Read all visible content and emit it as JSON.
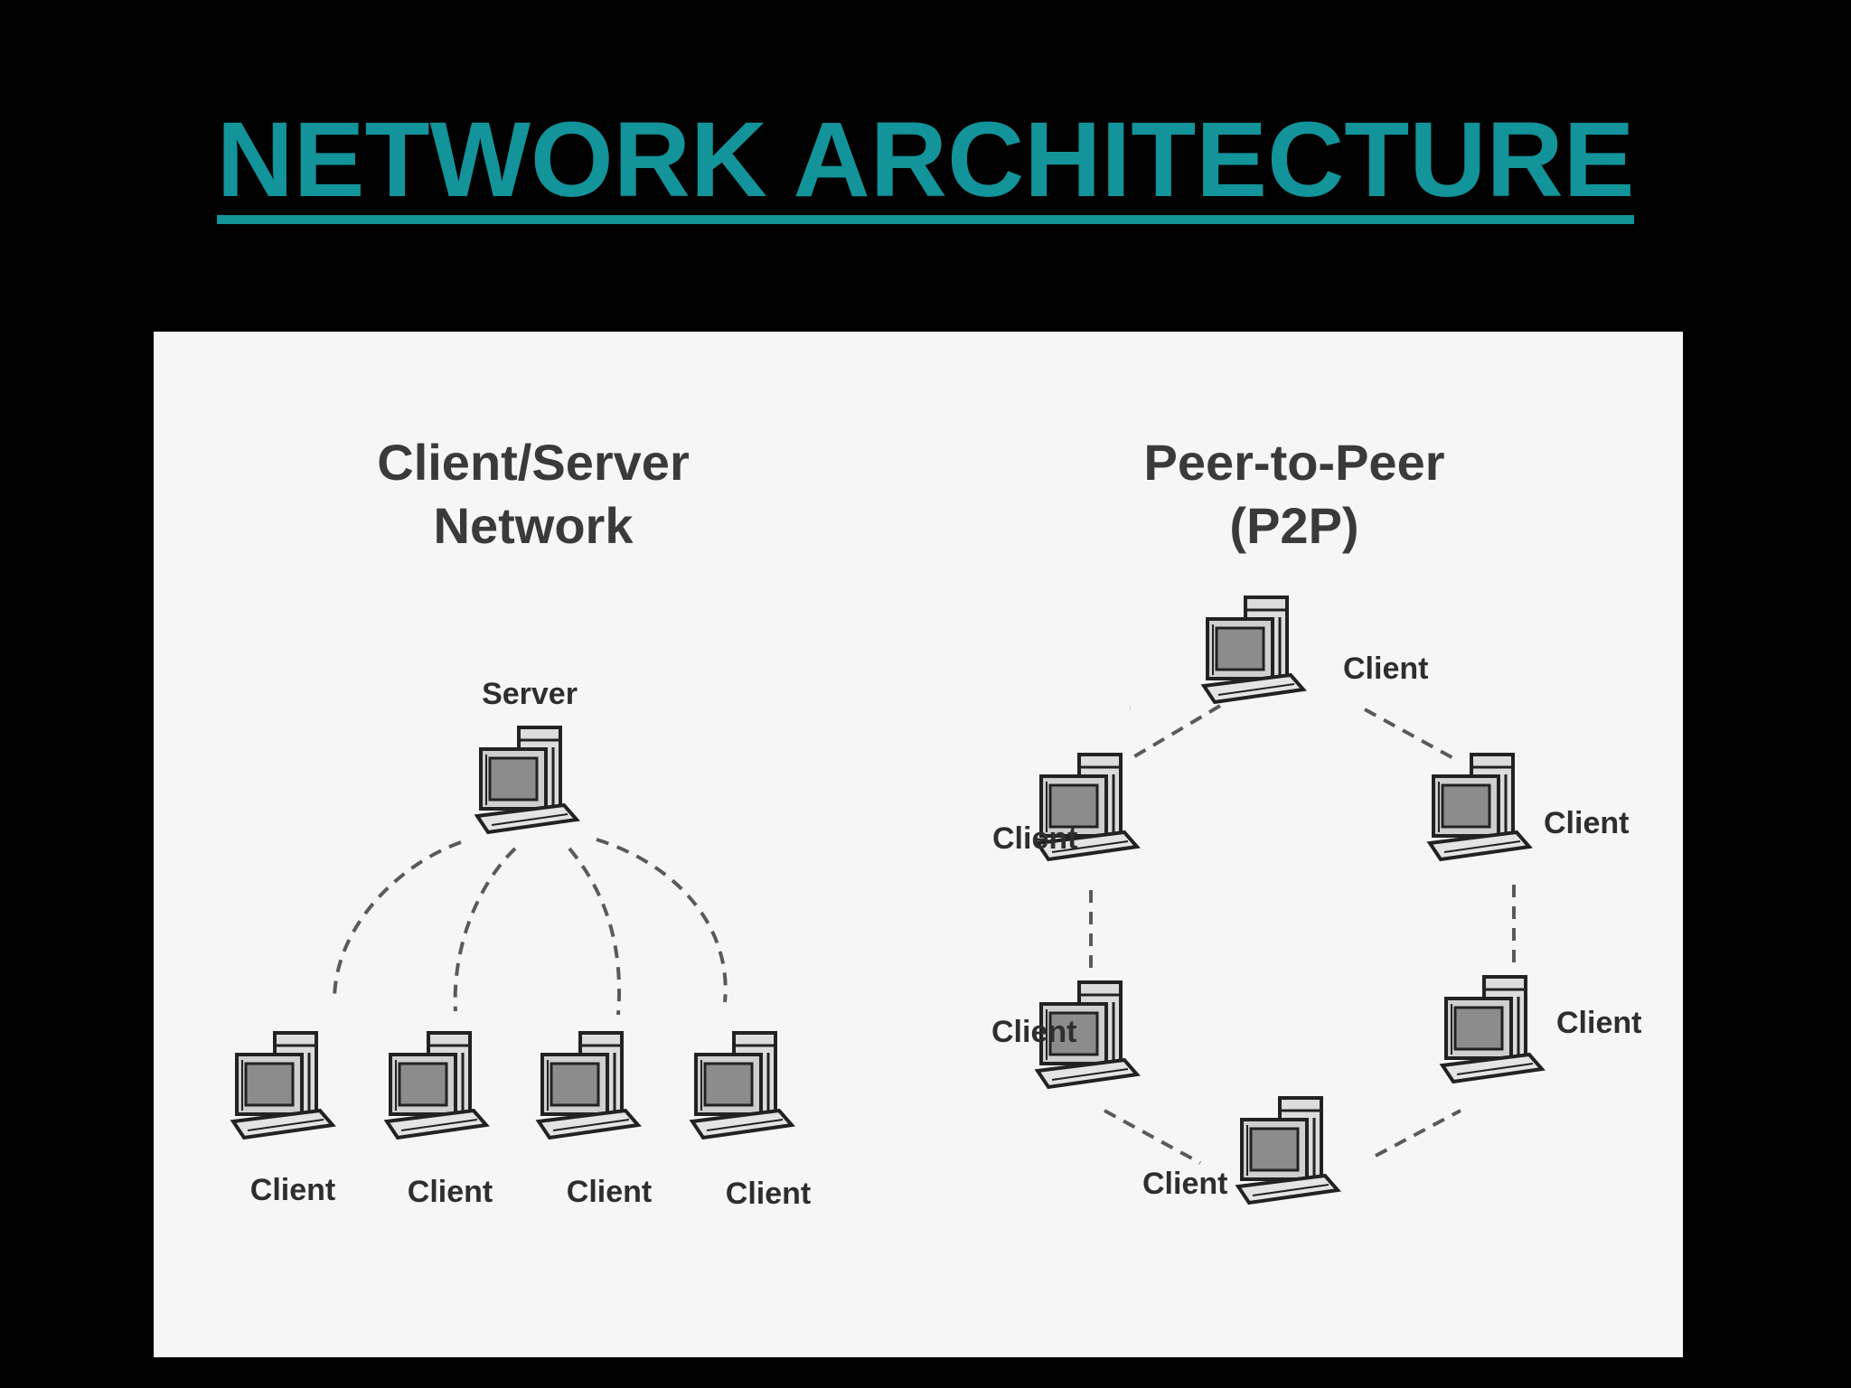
{
  "slide": {
    "title": "NETWORK ARCHITECTURE",
    "title_color": "#13939a",
    "background": "#000000"
  },
  "figure": {
    "client_server": {
      "heading_line1": "Client/Server",
      "heading_line2": "Network",
      "server_label": "Server",
      "clients": [
        "Client",
        "Client",
        "Client",
        "Client"
      ]
    },
    "peer_to_peer": {
      "heading_line1": "Peer-to-Peer",
      "heading_line2": "(P2P)",
      "clients": [
        "Client",
        "Client",
        "Client",
        "Client",
        "Client",
        "Client"
      ]
    },
    "icon": "desktop-computer-icon"
  }
}
